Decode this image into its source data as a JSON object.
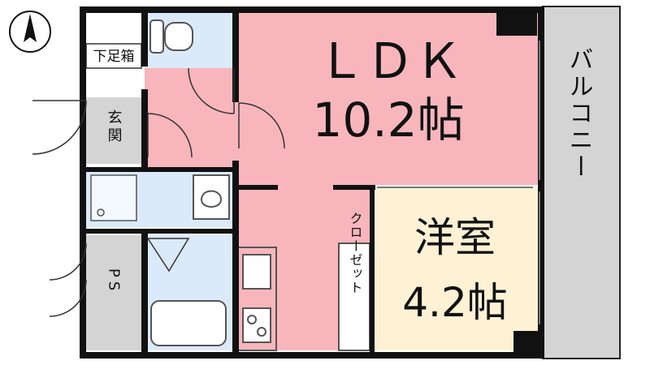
{
  "compass": {
    "label": "N",
    "icon": "north-arrow-icon"
  },
  "rooms": {
    "ldk": {
      "name": "ＬＤＫ",
      "size": "10.2帖",
      "color": "#f8b6bc"
    },
    "western": {
      "name": "洋室",
      "size": "4.2帖",
      "color": "#fff2d4"
    },
    "balcony": {
      "label": "バルコニー",
      "color": "#d4d4d4"
    },
    "closet": {
      "label": "クローゼット"
    },
    "entrance": {
      "label": "玄関"
    },
    "shoe_box": {
      "label": "下足箱"
    },
    "ps": {
      "label": "PS"
    }
  },
  "colors": {
    "wall": "#111111",
    "wet_area": "#dbeafa",
    "hallway": "#f8b6bc",
    "gray_area": "#d4d4d4"
  }
}
